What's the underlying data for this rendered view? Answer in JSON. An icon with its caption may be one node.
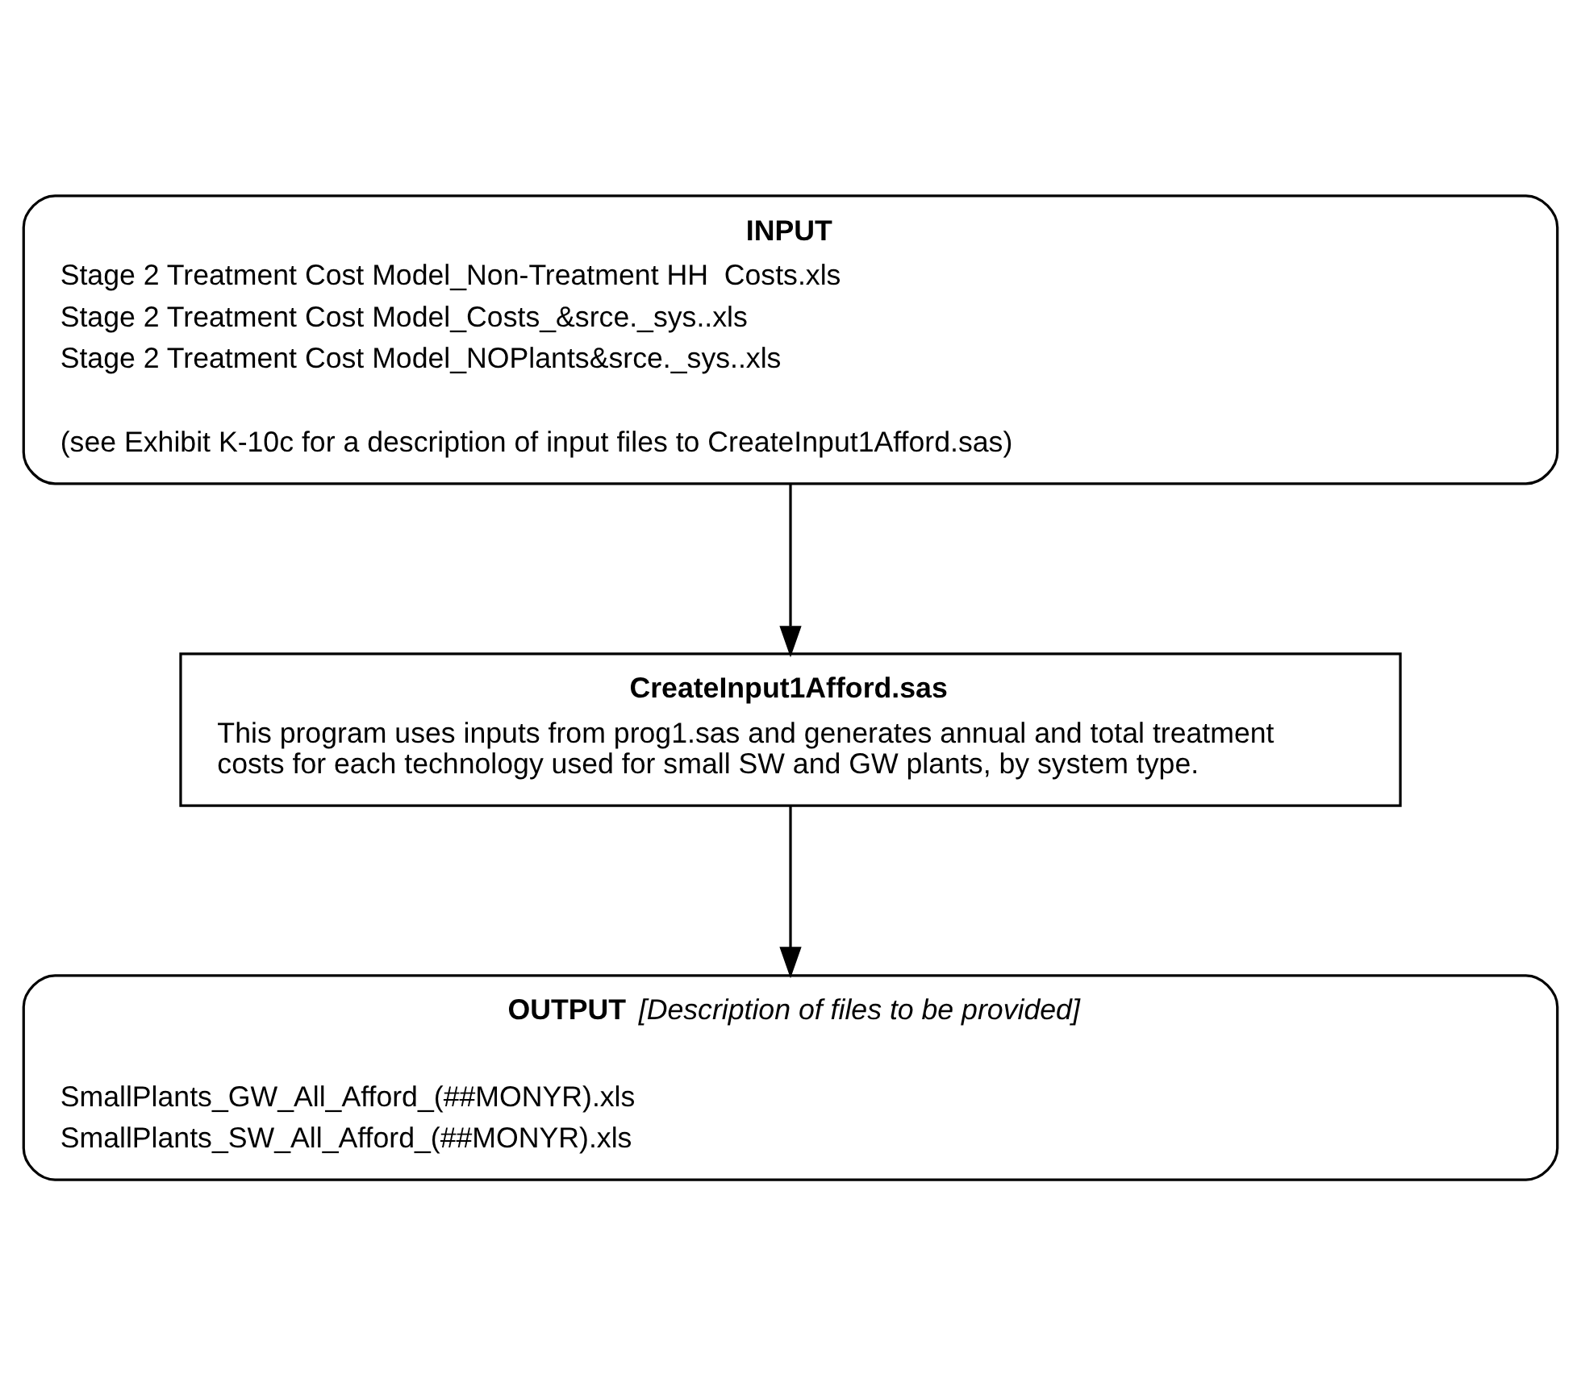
{
  "diagram": {
    "nodes": [
      {
        "text": [
          "INPUT",
          "Stage 2 Treatment Cost Model_Non-Treatment HH  Costs.xls",
          "Stage 2 Treatment Cost Model_Costs_&srce._sys..xls",
          "Stage 2 Treatment Cost Model_NOPlants&srce._sys..xls",
          "(see Exhibit K-10c for a description of input files to CreateInput1Afford.sas)"
        ]
      },
      {
        "text": [
          "CreateInput1Afford.sas",
          "This program uses inputs from prog1.sas and generates annual and total treatment costs for each technology used for small SW and GW plants, by system type."
        ]
      },
      {
        "text": [
          "OUTPUT",
          "[Description of files to be provided]",
          "SmallPlants_GW_All_Afford_(##MONYR).xls",
          "SmallPlants_SW_All_Afford_(##MONYR).xls"
        ]
      }
    ],
    "edges": [
      {
        "from": 0,
        "to": 1,
        "arrow": "to"
      },
      {
        "from": 1,
        "to": 2,
        "arrow": "to"
      }
    ]
  }
}
